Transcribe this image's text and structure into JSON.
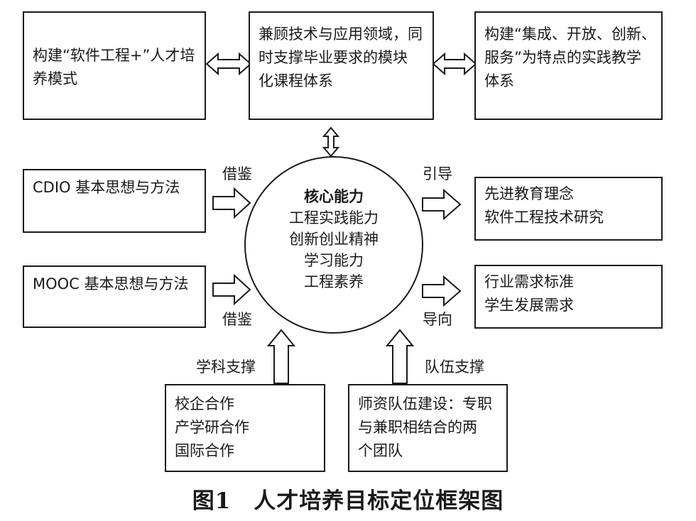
{
  "boxes": {
    "top_left": [
      "构建“软件工程+”人才培",
      "养模式"
    ],
    "top_center": [
      "兼顾技术与应用领域，同",
      "时支撑毕业要求的模块",
      "化课程体系"
    ],
    "top_right": [
      "构建“集成、开放、创新、",
      "服务”为特点的实践教学",
      "体系"
    ],
    "cdio": [
      "CDIO 基本思想与方法"
    ],
    "mooc": [
      "MOOC 基本思想与方法"
    ],
    "advanced": [
      "先进教育理念",
      "软件工程技术研究"
    ],
    "industry": [
      "行业需求标准",
      "学生发展需求"
    ],
    "school": [
      "校企合作",
      "产学研合作",
      "国际合作"
    ],
    "teachers": [
      "师资队伍建设：专职",
      "与兼职相结合的两",
      "个团队"
    ]
  },
  "center": {
    "title": "核心能力",
    "items": [
      "工程实践能力",
      "创新创业精神",
      "学习能力",
      "工程素养"
    ]
  },
  "arrow_labels": {
    "jiejian_top": "借鉴",
    "jiejian_bottom": "借鉴",
    "yindao": "引导",
    "daoxiang": "导向",
    "xueke": "学科支撑",
    "duiwu": "队伍支撑"
  },
  "caption": "图1　人才培养目标定位框架图"
}
